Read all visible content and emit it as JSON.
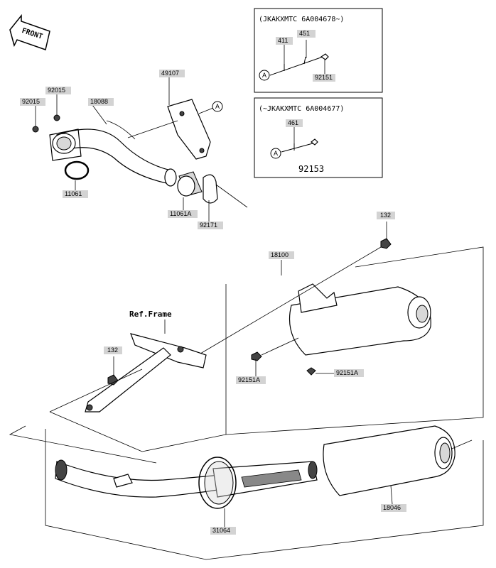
{
  "front_label": "FRONT",
  "ref_frame": "Ref.Frame",
  "callout_letter": "A",
  "box1": {
    "title": "(JKAKXMTC 6A004678~)",
    "parts": [
      "411",
      "451",
      "92151"
    ]
  },
  "box2": {
    "title": "(~JKAKXMTC 6A004677)",
    "parts": [
      "461",
      "92153"
    ]
  },
  "parts": {
    "p92015a": "92015",
    "p92015b": "92015",
    "p18088": "18088",
    "p49107": "49107",
    "p11061": "11061",
    "p11061A": "11061A",
    "p92171": "92171",
    "p132a": "132",
    "p132b": "132",
    "p18100": "18100",
    "p92151Aa": "92151A",
    "p92151Ab": "92151A",
    "p18046": "18046",
    "p31064": "31064"
  }
}
